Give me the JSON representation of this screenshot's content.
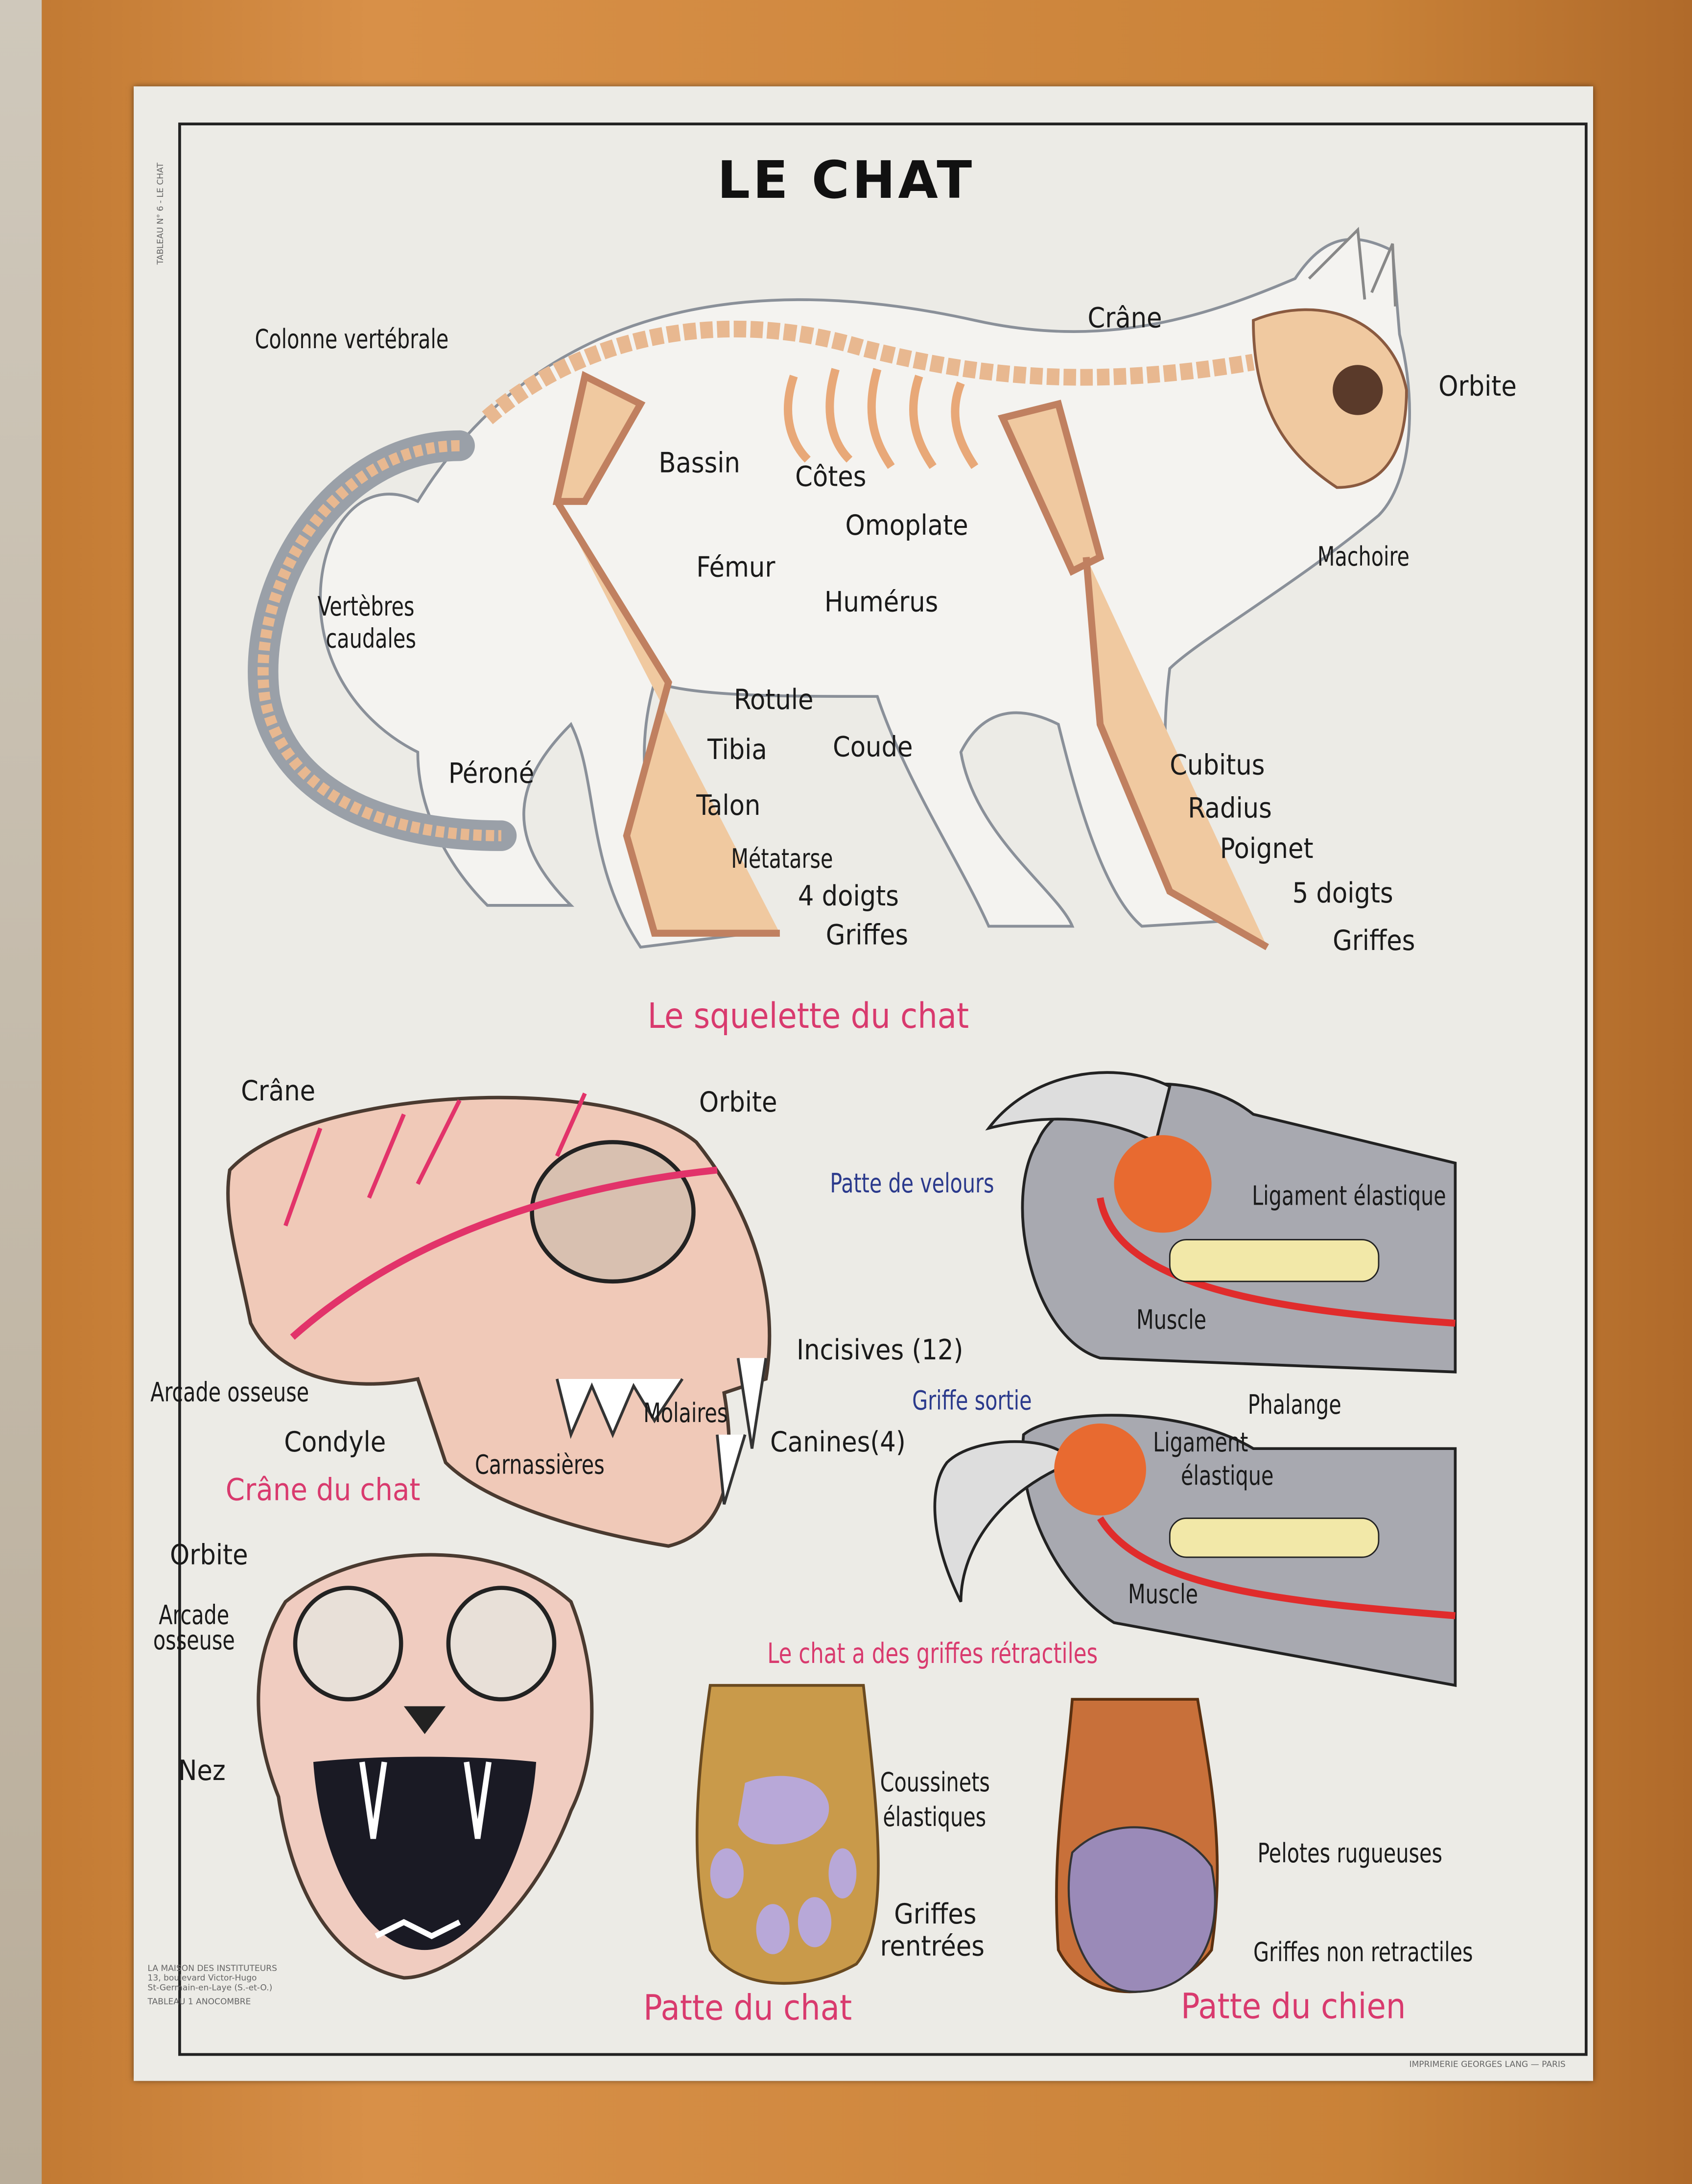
{
  "title": "LE CHAT",
  "side_note": "TABLEAU N° 6 - LE CHAT",
  "skeleton": {
    "caption": "Le squelette du chat",
    "labels": {
      "colonne": "Colonne vertébrale",
      "crane": "Crâne",
      "orbite": "Orbite",
      "bassin": "Bassin",
      "cotes": "Côtes",
      "omoplate": "Omoplate",
      "machoire": "Machoire",
      "femur": "Fémur",
      "humerus": "Humérus",
      "vertebres_1": "Vertèbres",
      "vertebres_2": "caudales",
      "rotule": "Rotule",
      "tibia": "Tibia",
      "coude": "Coude",
      "perone": "Péroné",
      "cubitus": "Cubitus",
      "talon": "Talon",
      "radius": "Radius",
      "poignet": "Poignet",
      "metatarse": "Métatarse",
      "doigts4": "4 doigts",
      "doigts5": "5 doigts",
      "griffes_arriere": "Griffes",
      "griffes_avant": "Griffes"
    }
  },
  "skull": {
    "caption": "Crâne du chat",
    "labels": {
      "crane": "Crâne",
      "orbite": "Orbite",
      "incisives": "Incisives (12)",
      "arcade": "Arcade osseuse",
      "molaires": "Molaires",
      "condyle": "Condyle",
      "canines": "Canines(4)",
      "carnassieres": "Carnassières"
    }
  },
  "front_skull": {
    "orbite": "Orbite",
    "arcade_1": "Arcade",
    "arcade_2": "osseuse",
    "nez": "Nez"
  },
  "claws": {
    "caption": "Le chat a des griffes rétractiles",
    "patte_velours": "Patte de velours",
    "ligament_1": "Ligament élastique",
    "muscle_1": "Muscle",
    "griffe_sortie": "Griffe sortie",
    "phalange": "Phalange",
    "ligament_2a": "Ligament",
    "ligament_2b": "élastique",
    "muscle_2": "Muscle"
  },
  "paws": {
    "cat_caption": "Patte du chat",
    "dog_caption": "Patte du chien",
    "coussinets_1": "Coussinets",
    "coussinets_2": "élastiques",
    "griffes_rentrees_1": "Griffes",
    "griffes_rentrees_2": "rentrées",
    "pelotes": "Pelotes rugueuses",
    "griffes_non": "Griffes non retractiles"
  },
  "publisher": [
    "LA MAISON DES INSTITUTEURS",
    "13, boulevard Victor-Hugo",
    "St-Germain-en-Laye (S.-et-O.)",
    "TABLEAU 1 ANOCOMBRE"
  ],
  "printer": "IMPRIMERIE GEORGES LANG — PARIS",
  "colors": {
    "caption_pink": "#d93a6e",
    "label_blue": "#2b3a8c",
    "bone": "#f0c9a0",
    "frame_wood": "#c98238"
  }
}
